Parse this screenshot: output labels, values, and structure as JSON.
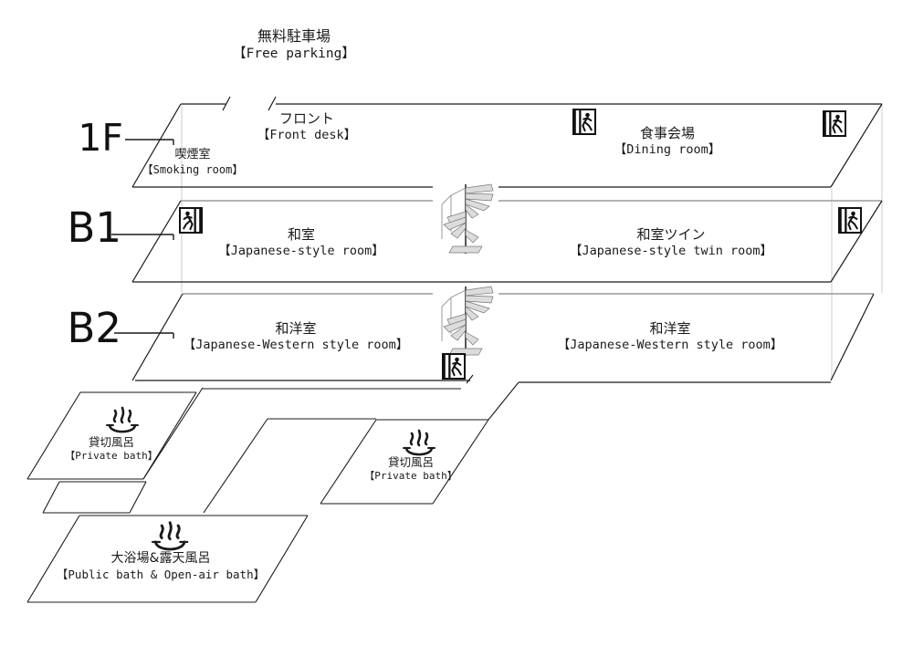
{
  "page": {
    "background": "#ffffff",
    "line_color": "#1a1a1a",
    "guide_color": "#cccccc",
    "slab_color": "#9a9a9a"
  },
  "parking": {
    "jp": "無料駐車場",
    "en": "【Free parking】"
  },
  "floors": [
    {
      "label": "1F",
      "rooms": [
        {
          "name": "smoking-room",
          "jp": "喫煙室",
          "en": "【Smoking room】"
        },
        {
          "name": "front-desk",
          "jp": "フロント",
          "en": "【Front desk】"
        },
        {
          "name": "dining-room",
          "jp": "食事会場",
          "en": "【Dining room】"
        }
      ]
    },
    {
      "label": "B1",
      "rooms": [
        {
          "name": "japanese-style-room",
          "jp": "和室",
          "en": "【Japanese-style room】"
        },
        {
          "name": "japanese-style-twin-room",
          "jp": "和室ツイン",
          "en": "【Japanese-style twin room】"
        }
      ]
    },
    {
      "label": "B2",
      "rooms": [
        {
          "name": "japanese-western-style-room-left",
          "jp": "和洋室",
          "en": "【Japanese-Western style room】"
        },
        {
          "name": "japanese-western-style-room-right",
          "jp": "和洋室",
          "en": "【Japanese-Western style room】"
        }
      ]
    }
  ],
  "baths": [
    {
      "name": "private-bath-upper",
      "jp": "貸切風呂",
      "en": "【Private bath】"
    },
    {
      "name": "private-bath-lower",
      "jp": "貸切風呂",
      "en": "【Private bath】"
    },
    {
      "name": "public-bath",
      "jp": "大浴場&露天風呂",
      "en": "【Public bath & Open-air bath】"
    }
  ],
  "icons": {
    "exit": "emergency-exit-icon",
    "hot_spring": "hot-spring-icon",
    "staircase": "spiral-staircase"
  }
}
